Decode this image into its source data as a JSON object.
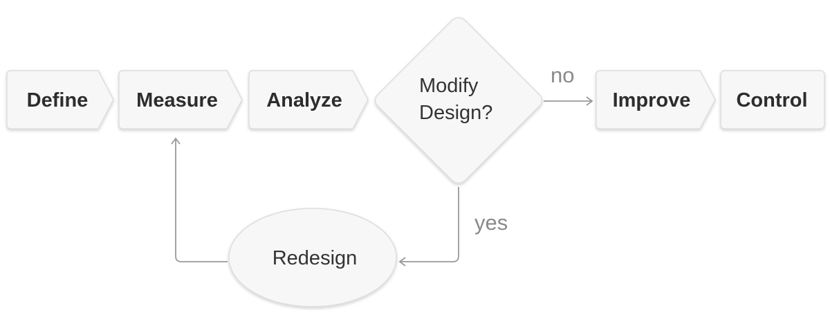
{
  "steps": {
    "define": "Define",
    "measure": "Measure",
    "analyze": "Analyze",
    "improve": "Improve",
    "control": "Control"
  },
  "decision": {
    "line1": "Modify",
    "line2": "Design?"
  },
  "redesign": "Redesign",
  "connectors": {
    "no_label": "no",
    "yes_label": "yes"
  },
  "colors": {
    "shape_fill": "#f7f7f7",
    "shape_stroke": "#dddddd",
    "step_text": "#2d2d2d",
    "connector": "#999999",
    "connector_text": "#8a8a8a"
  }
}
